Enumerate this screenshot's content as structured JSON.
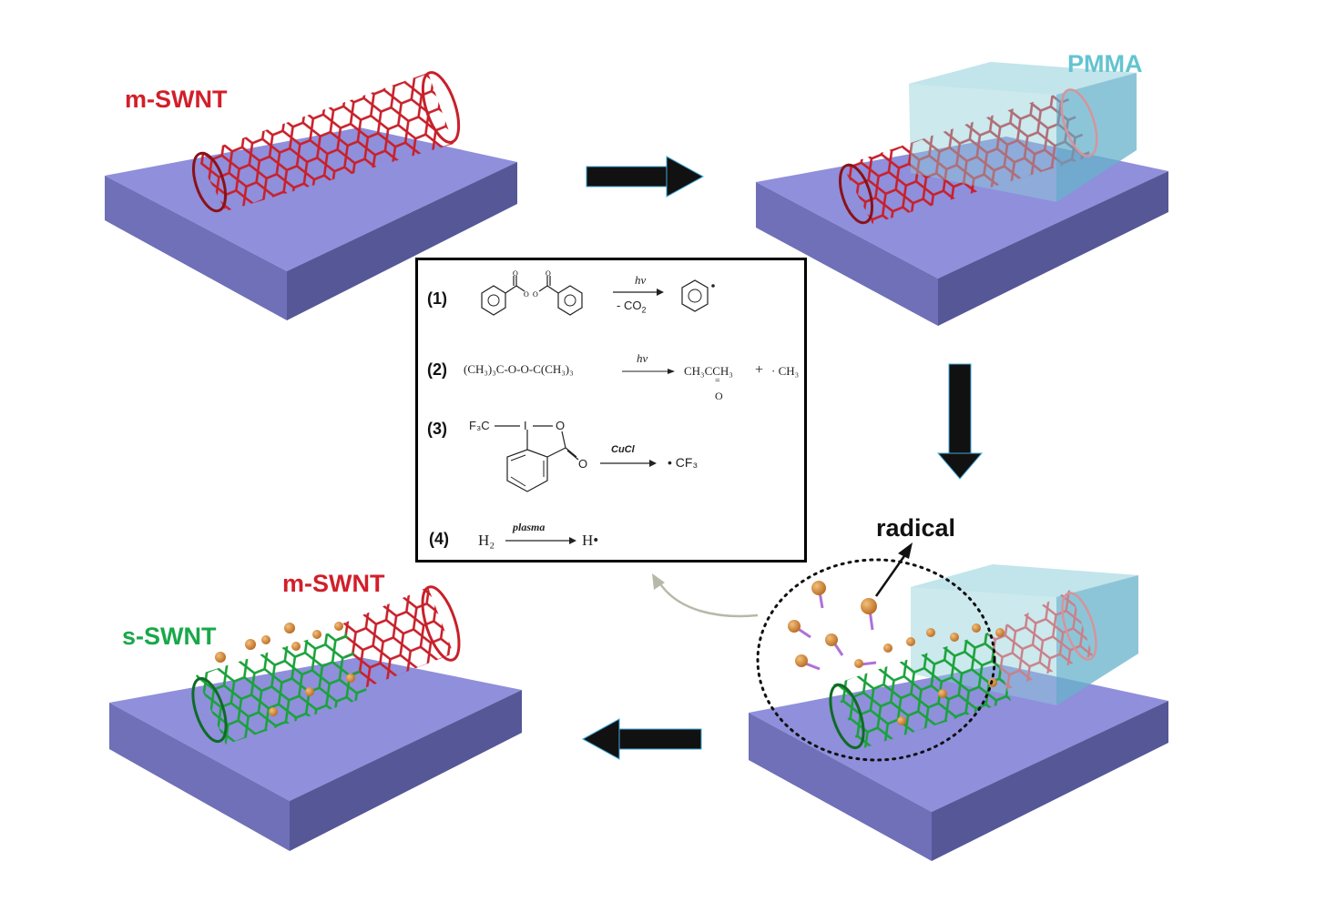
{
  "labels": {
    "m_swnt_top_left": "m-SWNT",
    "pmma": "PMMA",
    "m_swnt_bottom_left": "m-SWNT",
    "s_swnt": "s-SWNT",
    "radical": "radical"
  },
  "reactions": [
    {
      "num": "(1)",
      "condition": "hv",
      "byproduct": "- CO",
      "byproduct_sub": "2"
    },
    {
      "num": "(2)",
      "reactant": "(CH₃)₃C-O-O-C(CH₃)₃",
      "condition": "hv",
      "product": "CH₃CCH₃",
      "product_o": "O",
      "plus": "+",
      "radical": "· CH₃"
    },
    {
      "num": "(3)",
      "reactant_group": "F₃C",
      "ring_atom_i": "I",
      "ring_atom_o": "O",
      "carbonyl_o": "O",
      "condition": "CuCl",
      "product": "• CF₃"
    },
    {
      "num": "(4)",
      "reactant": "H₂",
      "condition": "plasma",
      "product": "H•"
    }
  ],
  "colors": {
    "substrate_top": "#8f8fdc",
    "substrate_front": "#6f70b8",
    "substrate_side": "#565797",
    "tube_red": "#c8202a",
    "tube_green": "#1aa23a",
    "pmma": "#8ecfd8",
    "radical_ball": "#d9893a",
    "radical_stick": "#b071d6",
    "arrow": "#111111"
  }
}
